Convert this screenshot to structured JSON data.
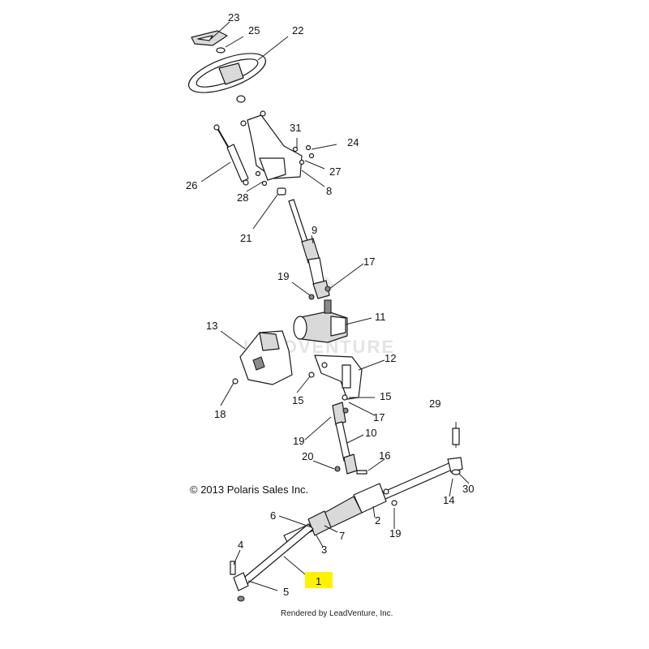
{
  "diagram": {
    "copyright": "© 2013 Polaris Sales Inc.",
    "footer": "Rendered by LeadVenture, Inc.",
    "watermark": "LEADVENTURE",
    "highlight_color": "#fff200",
    "highlighted_callout": "1"
  },
  "callouts": {
    "c23": "23",
    "c25": "25",
    "c22": "22",
    "c31": "31",
    "c24": "24",
    "c27": "27",
    "c8": "8",
    "c26": "26",
    "c28": "28",
    "c21": "21",
    "c9": "9",
    "c17a": "17",
    "c19a": "19",
    "c11": "11",
    "c13": "13",
    "c12": "12",
    "c15a": "15",
    "c15b": "15",
    "c17b": "17",
    "c18": "18",
    "c29": "29",
    "c19b": "19",
    "c10": "10",
    "c20": "20",
    "c16": "16",
    "c30": "30",
    "c14": "14",
    "c6": "6",
    "c2": "2",
    "c7": "7",
    "c19c": "19",
    "c3": "3",
    "c4": "4",
    "c1": "1",
    "c5": "5"
  }
}
